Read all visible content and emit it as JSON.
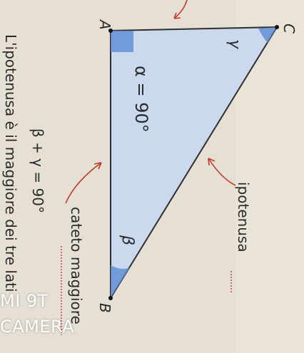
{
  "photo": {
    "labels": {
      "vertex_a": "A",
      "vertex_b": "B",
      "vertex_c": "C",
      "angle_alpha": "α = 90°",
      "angle_beta": "β",
      "angle_gamma": "γ",
      "hypotenuse": "ipotenusa",
      "longer_leg": "cateto maggiore",
      "angle_sum": "β + γ = 90°",
      "caption": "L'ipotenusa è il maggiore dei tre lati"
    },
    "watermark": {
      "line1": "MI 9T",
      "line2": "CAMERA"
    },
    "colors": {
      "paper": "#e6dfd3",
      "triangle_fill": "#cbd9ef",
      "angle_marks": "#5b8bd3",
      "pointer_arrows": "#c0392b",
      "text": "#2b2b2b"
    }
  }
}
